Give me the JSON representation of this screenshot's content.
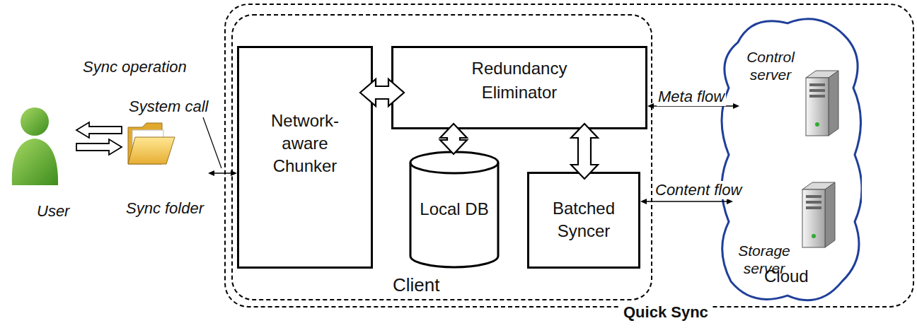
{
  "diagram": {
    "nodes": [
      {
        "text": [
          "Quick Sync"
        ]
      },
      {
        "text": [
          "Client"
        ],
        "in": 0
      },
      {
        "text": [
          "Network- aware Chunker"
        ],
        "in": 1
      },
      {
        "text": [
          "Redundancy Eliminator"
        ],
        "in": 1
      },
      {
        "text": [
          "Local DB"
        ],
        "in": 1
      },
      {
        "text": [
          "Batched Syncer"
        ],
        "in": 1
      },
      {
        "text": [
          "Cloud"
        ],
        "in": 0
      },
      {
        "text": [
          "Control server"
        ],
        "in": 6
      },
      {
        "text": [
          "Storage server"
        ],
        "in": 6
      },
      {
        "text": [
          "Sync folder"
        ]
      },
      {
        "text": [
          "User"
        ]
      }
    ],
    "edges": [
      {
        "from": 9,
        "to": 10,
        "arrow": "to",
        "label": "Sync operation"
      },
      {
        "from": 10,
        "to": 9,
        "arrow": "to"
      },
      {
        "from": 9,
        "to": 2,
        "arrow": "both",
        "label": "System call"
      },
      {
        "from": 2,
        "to": 3,
        "arrow": "both"
      },
      {
        "from": 3,
        "to": 4,
        "arrow": "both"
      },
      {
        "from": 3,
        "to": 5,
        "arrow": "both"
      },
      {
        "from": 3,
        "to": 7,
        "arrow": "both",
        "label": "Meta flow"
      },
      {
        "from": 5,
        "to": 8,
        "arrow": "both",
        "label": "Content flow"
      }
    ]
  }
}
